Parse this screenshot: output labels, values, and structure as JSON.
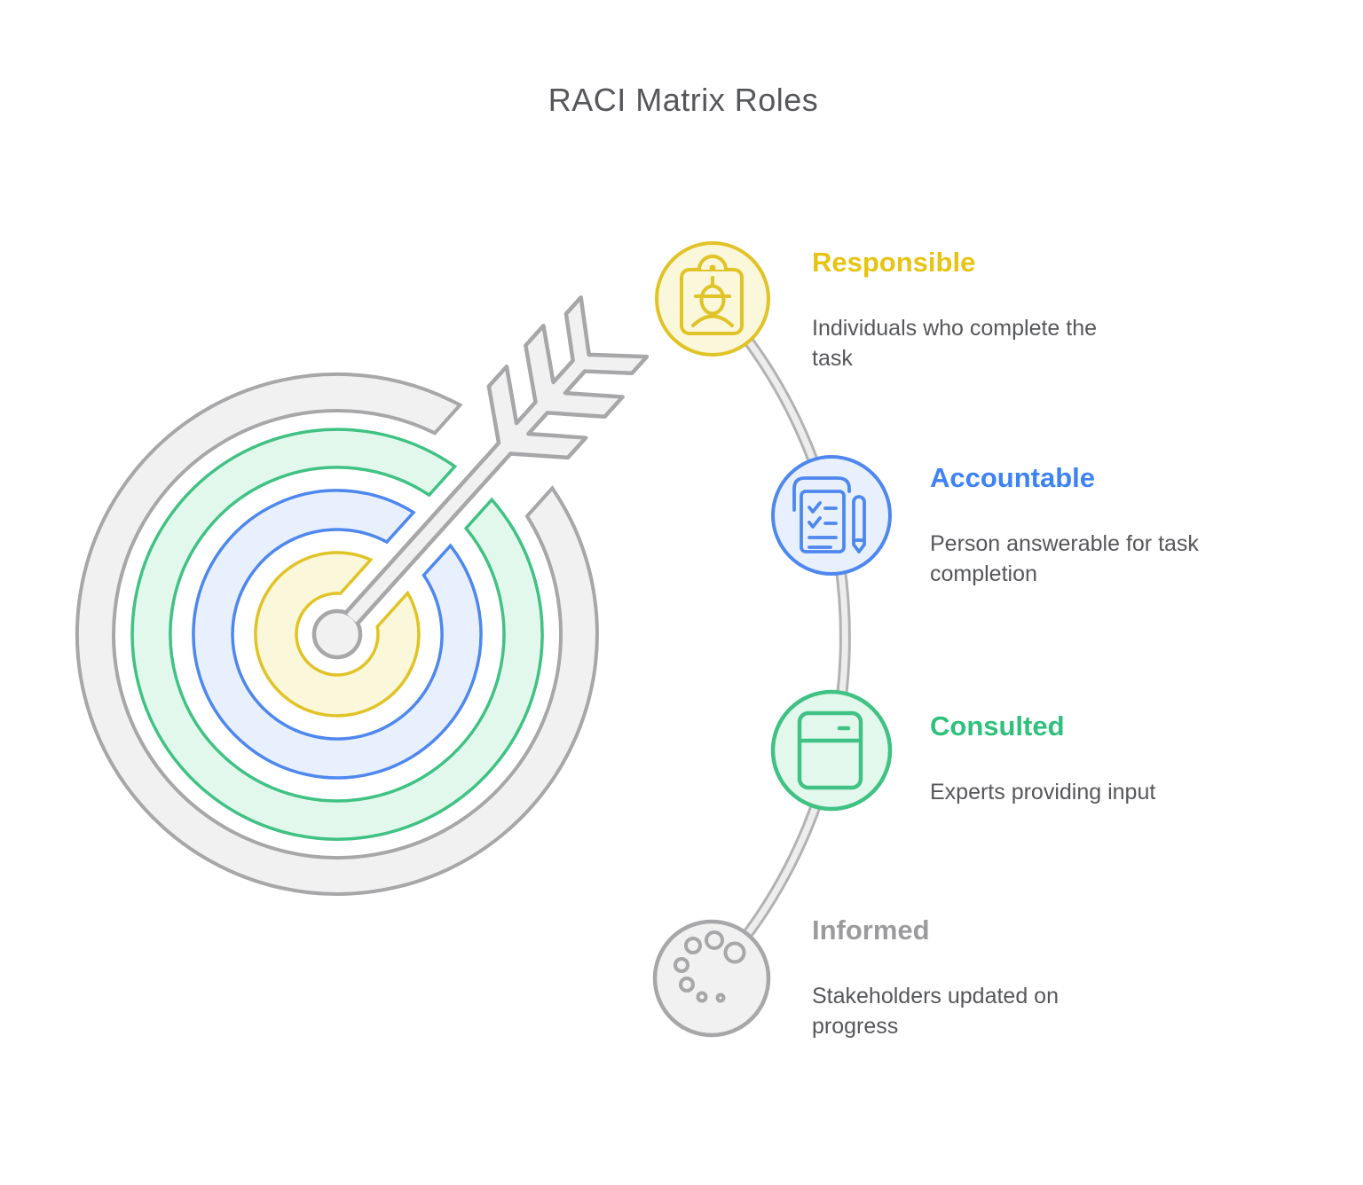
{
  "title": "RACI Matrix Roles",
  "colors": {
    "yellow": "#E0C326",
    "yellow_light": "#FBF7DB",
    "yellow_heading": "#E5C413",
    "blue": "#4E87EE",
    "blue_light": "#E9F0FD",
    "blue_heading": "#3E82F4",
    "green": "#3FC283",
    "green_light": "#E3F8ED",
    "green_heading": "#2FC07C",
    "gray": "#A7A7A9",
    "gray_light": "#F1F1F2",
    "gray_heading": "#9B9B9D",
    "connector_dark": "#B2B2B4",
    "connector_light": "#EDEDED",
    "body_text": "#56575A",
    "title_text": "#56575B"
  },
  "illustration": {
    "name": "target-with-arrow",
    "rings": [
      "gray",
      "green",
      "blue",
      "yellow"
    ]
  },
  "roles": [
    {
      "label": "Responsible",
      "description": "Individuals who complete the\ntask",
      "icon": "clipboard-person-icon",
      "heading_color": "#E5C413"
    },
    {
      "label": "Accountable",
      "description": "Person answerable for task\ncompletion",
      "icon": "checklist-pen-icon",
      "heading_color": "#3E82F4"
    },
    {
      "label": "Consulted",
      "description": "Experts providing input",
      "icon": "card-icon",
      "heading_color": "#2FC07C"
    },
    {
      "label": "Informed",
      "description": "Stakeholders updated on\nprogress",
      "icon": "dots-spinner-icon",
      "heading_color": "#9B9B9D"
    }
  ]
}
